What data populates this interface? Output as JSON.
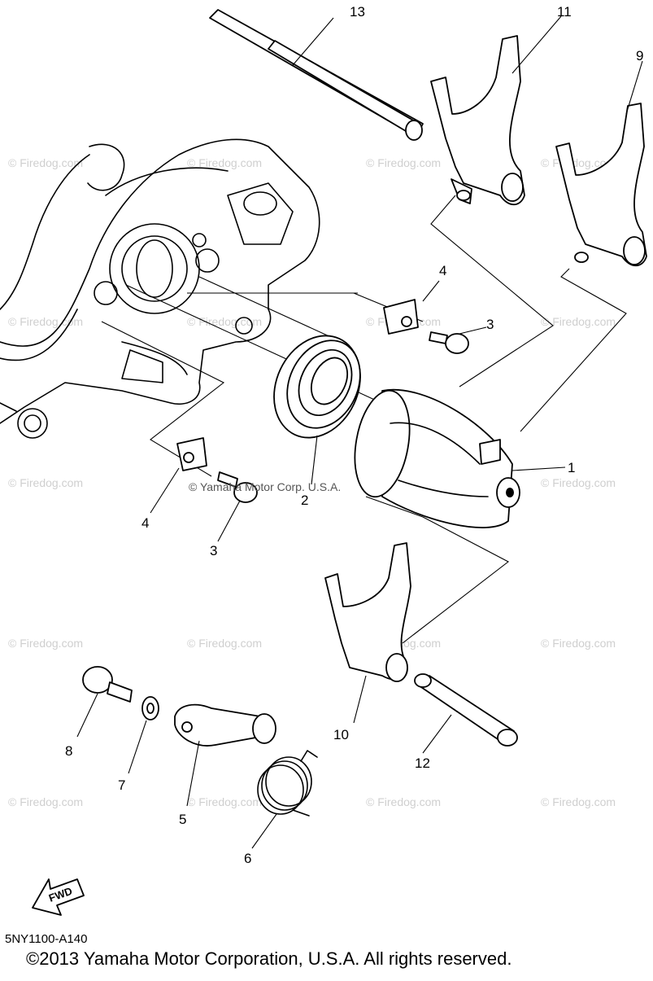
{
  "diagram": {
    "callouts": [
      "1",
      "2",
      "3",
      "3",
      "4",
      "4",
      "5",
      "6",
      "7",
      "8",
      "9",
      "10",
      "11",
      "12",
      "13"
    ],
    "fwd_label": "FWD",
    "drawing_code": "5NY1100-A140",
    "copyright": "©2013 Yamaha Motor Corporation, U.S.A. All rights reserved.",
    "watermark": "© Firedog.com",
    "inline_copyright": "© Yamaha Motor Corp. U.S.A."
  }
}
